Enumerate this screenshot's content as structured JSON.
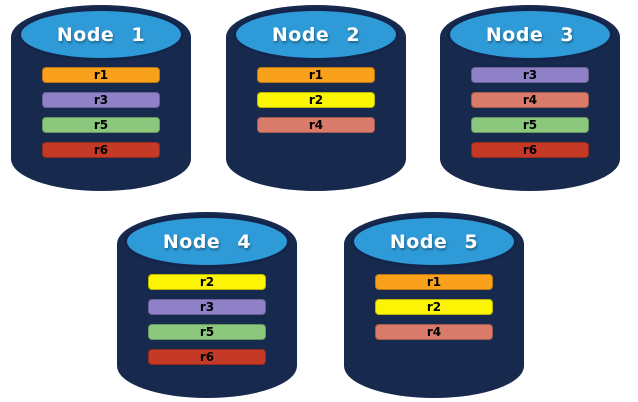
{
  "diagram": {
    "nodes": [
      {
        "label": "Node 1",
        "replicas": [
          "r1",
          "r3",
          "r5",
          "r6"
        ]
      },
      {
        "label": "Node 2",
        "replicas": [
          "r1",
          "r2",
          "r4"
        ]
      },
      {
        "label": "Node 3",
        "replicas": [
          "r3",
          "r4",
          "r5",
          "r6"
        ]
      },
      {
        "label": "Node 4",
        "replicas": [
          "r2",
          "r3",
          "r5",
          "r6"
        ]
      },
      {
        "label": "Node 5",
        "replicas": [
          "r1",
          "r2",
          "r4"
        ]
      }
    ],
    "replica_colors": {
      "r1": "#F9A11B",
      "r2": "#FBF505",
      "r3": "#8F81C8",
      "r4": "#D97B6A",
      "r5": "#8BC87E",
      "r6": "#C53A26"
    },
    "colors": {
      "background": "#FFFFFF",
      "cylinder_body": "#18294E",
      "cylinder_top": "#2E9BD8",
      "cylinder_top_border": "#13254B",
      "node_label_text": "#FFFFFF",
      "replica_label_text": "#000000"
    }
  }
}
